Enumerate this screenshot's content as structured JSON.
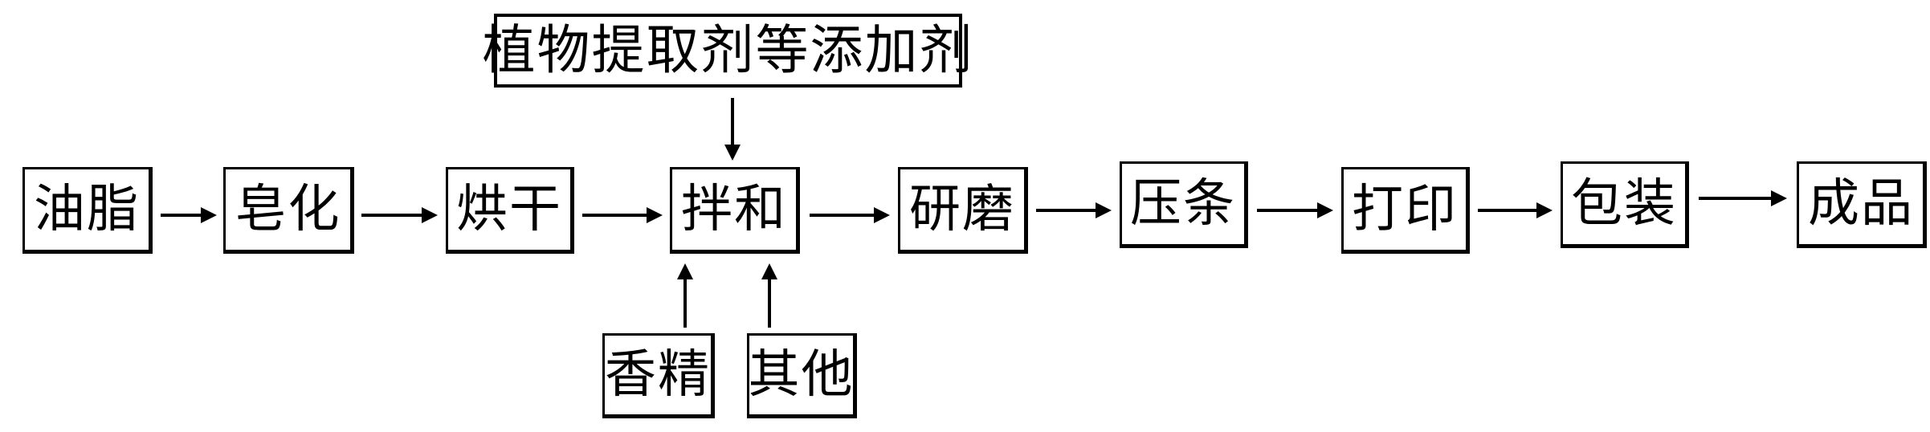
{
  "steps": {
    "oil": "油脂",
    "saponification": "皂化",
    "drying": "烘干",
    "mixing": "拌和",
    "grinding": "研磨",
    "pressing": "压条",
    "printing": "打印",
    "packaging": "包装",
    "product": "成品"
  },
  "inputs": {
    "additive": "植物提取剂等添加剂",
    "fragrance": "香精",
    "other": "其他"
  },
  "colors": {
    "stroke": "#000000",
    "background": "#ffffff"
  }
}
